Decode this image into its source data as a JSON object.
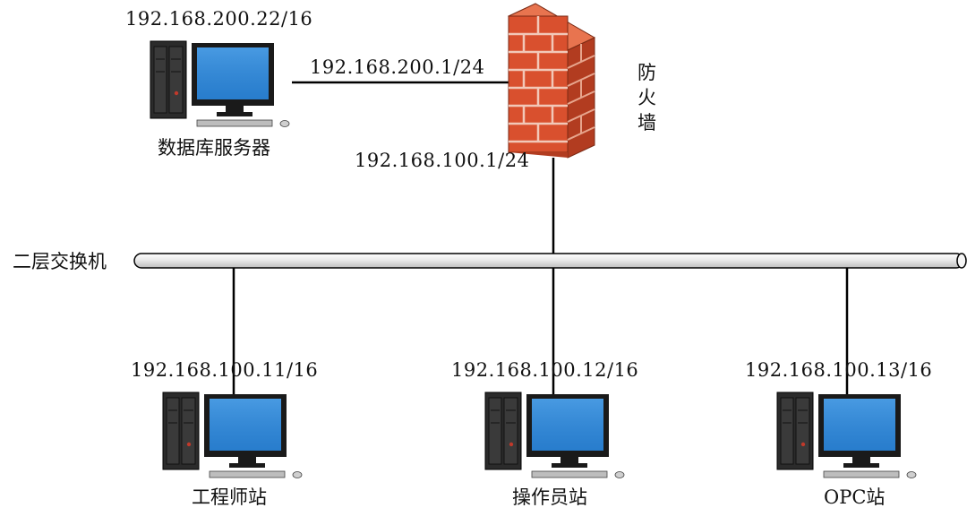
{
  "firewall": {
    "label_chars": [
      "防",
      "火",
      "墙"
    ],
    "outside_ip": "192.168.200.1/24",
    "inside_ip": "192.168.100.1/24"
  },
  "switch": {
    "label": "二层交换机"
  },
  "db_server": {
    "ip": "192.168.200.22/16",
    "label": "数据库服务器"
  },
  "stations": [
    {
      "ip": "192.168.100.11/16",
      "label": "工程师站"
    },
    {
      "ip": "192.168.100.12/16",
      "label": "操作员站"
    },
    {
      "ip": "192.168.100.13/16",
      "label": "OPC站"
    }
  ],
  "colors": {
    "monitor_screen": "#2e86d6",
    "monitor_frame": "#1a1a1a",
    "tower": "#2b2b2b",
    "brick": "#d9502e",
    "brick_side": "#b23c20",
    "mortar": "#f2c8b8",
    "switch_fill": "#e8e8e8",
    "line": "#000000"
  },
  "icons": [
    "desktop-computer-icon",
    "firewall-icon"
  ]
}
